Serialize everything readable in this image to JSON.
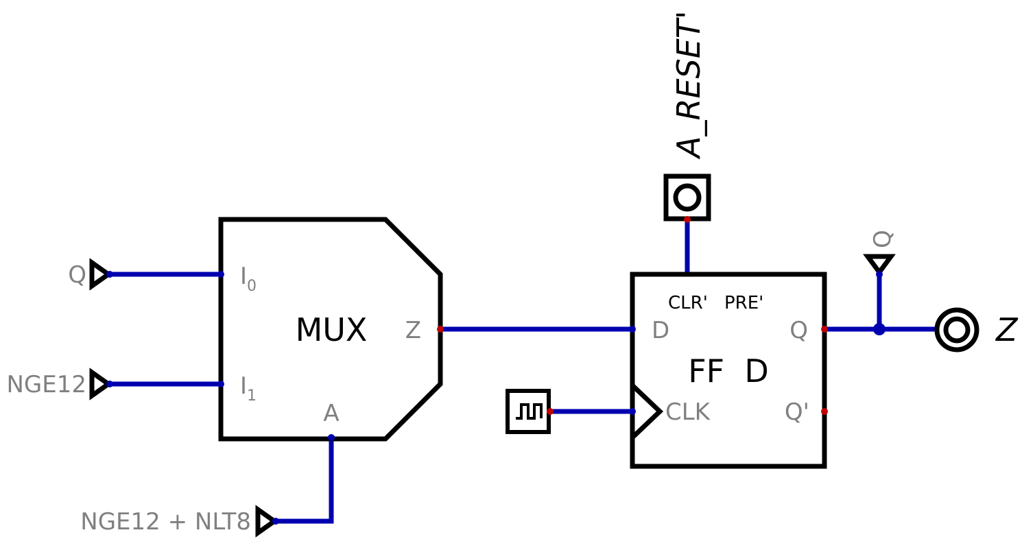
{
  "colors": {
    "wire": "#0000b0",
    "pin_dot": "#c00000",
    "outline": "#000000",
    "pin_label": "#808080"
  },
  "inputs": {
    "q_label": "Q",
    "nge12_label": "NGE12",
    "select_label": "NGE12 + NLT8",
    "reset_label": "A_RESET'",
    "probe_label": "Q"
  },
  "mux": {
    "title": "MUX",
    "i0": "I",
    "i0_sub": "0",
    "i1": "I",
    "i1_sub": "1",
    "select": "A",
    "out": "Z"
  },
  "flipflop": {
    "title": "FF  D",
    "d": "D",
    "clk": "CLK",
    "q": "Q",
    "qn": "Q'",
    "clr": "CLR'",
    "pre": "PRE'"
  },
  "output": {
    "label": "Z"
  },
  "icons": {
    "clock": "clock-source-icon",
    "input": "input-terminal-icon",
    "output": "output-terminal-icon",
    "reset": "async-input-icon"
  }
}
